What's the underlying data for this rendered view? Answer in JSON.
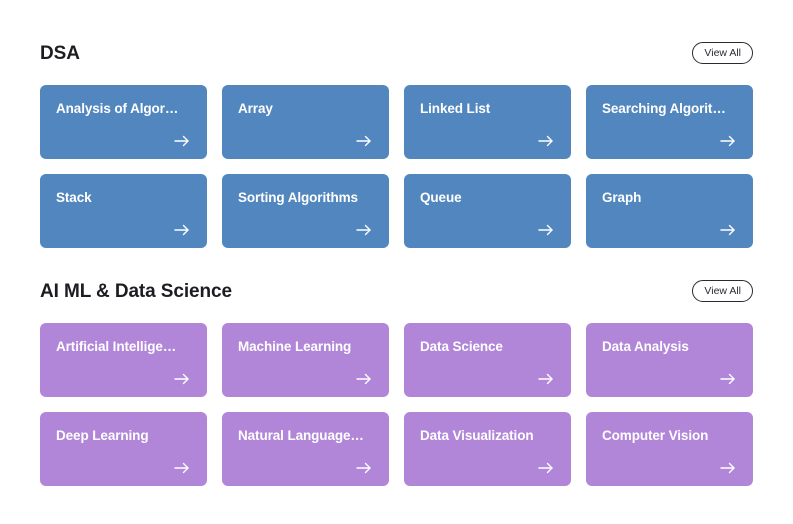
{
  "page": {
    "background_color": "#ffffff"
  },
  "colors": {
    "dsa_card": "#5286be",
    "aiml_card": "#b186d8",
    "card_text": "#ffffff",
    "heading_text": "#1c1c22",
    "view_all_border": "#2a2a32"
  },
  "sections": [
    {
      "title": "DSA",
      "view_all_label": "View All",
      "card_color_name": "blue",
      "cards": [
        {
          "label": "Analysis of Algor…",
          "arrow_icon": "arrow-right-icon"
        },
        {
          "label": "Array",
          "arrow_icon": "arrow-right-icon"
        },
        {
          "label": "Linked List",
          "arrow_icon": "arrow-right-icon"
        },
        {
          "label": "Searching Algorit…",
          "arrow_icon": "arrow-right-icon"
        },
        {
          "label": "Stack",
          "arrow_icon": "arrow-right-icon"
        },
        {
          "label": "Sorting Algorithms",
          "arrow_icon": "arrow-right-icon"
        },
        {
          "label": "Queue",
          "arrow_icon": "arrow-right-icon"
        },
        {
          "label": "Graph",
          "arrow_icon": "arrow-right-icon"
        }
      ]
    },
    {
      "title": "AI ML & Data Science",
      "view_all_label": "View All",
      "card_color_name": "purple",
      "cards": [
        {
          "label": "Artificial Intellige…",
          "arrow_icon": "arrow-right-icon"
        },
        {
          "label": "Machine Learning",
          "arrow_icon": "arrow-right-icon"
        },
        {
          "label": "Data Science",
          "arrow_icon": "arrow-right-icon"
        },
        {
          "label": "Data Analysis",
          "arrow_icon": "arrow-right-icon"
        },
        {
          "label": "Deep Learning",
          "arrow_icon": "arrow-right-icon"
        },
        {
          "label": "Natural Language…",
          "arrow_icon": "arrow-right-icon"
        },
        {
          "label": "Data Visualization",
          "arrow_icon": "arrow-right-icon"
        },
        {
          "label": "Computer Vision",
          "arrow_icon": "arrow-right-icon"
        }
      ]
    }
  ]
}
